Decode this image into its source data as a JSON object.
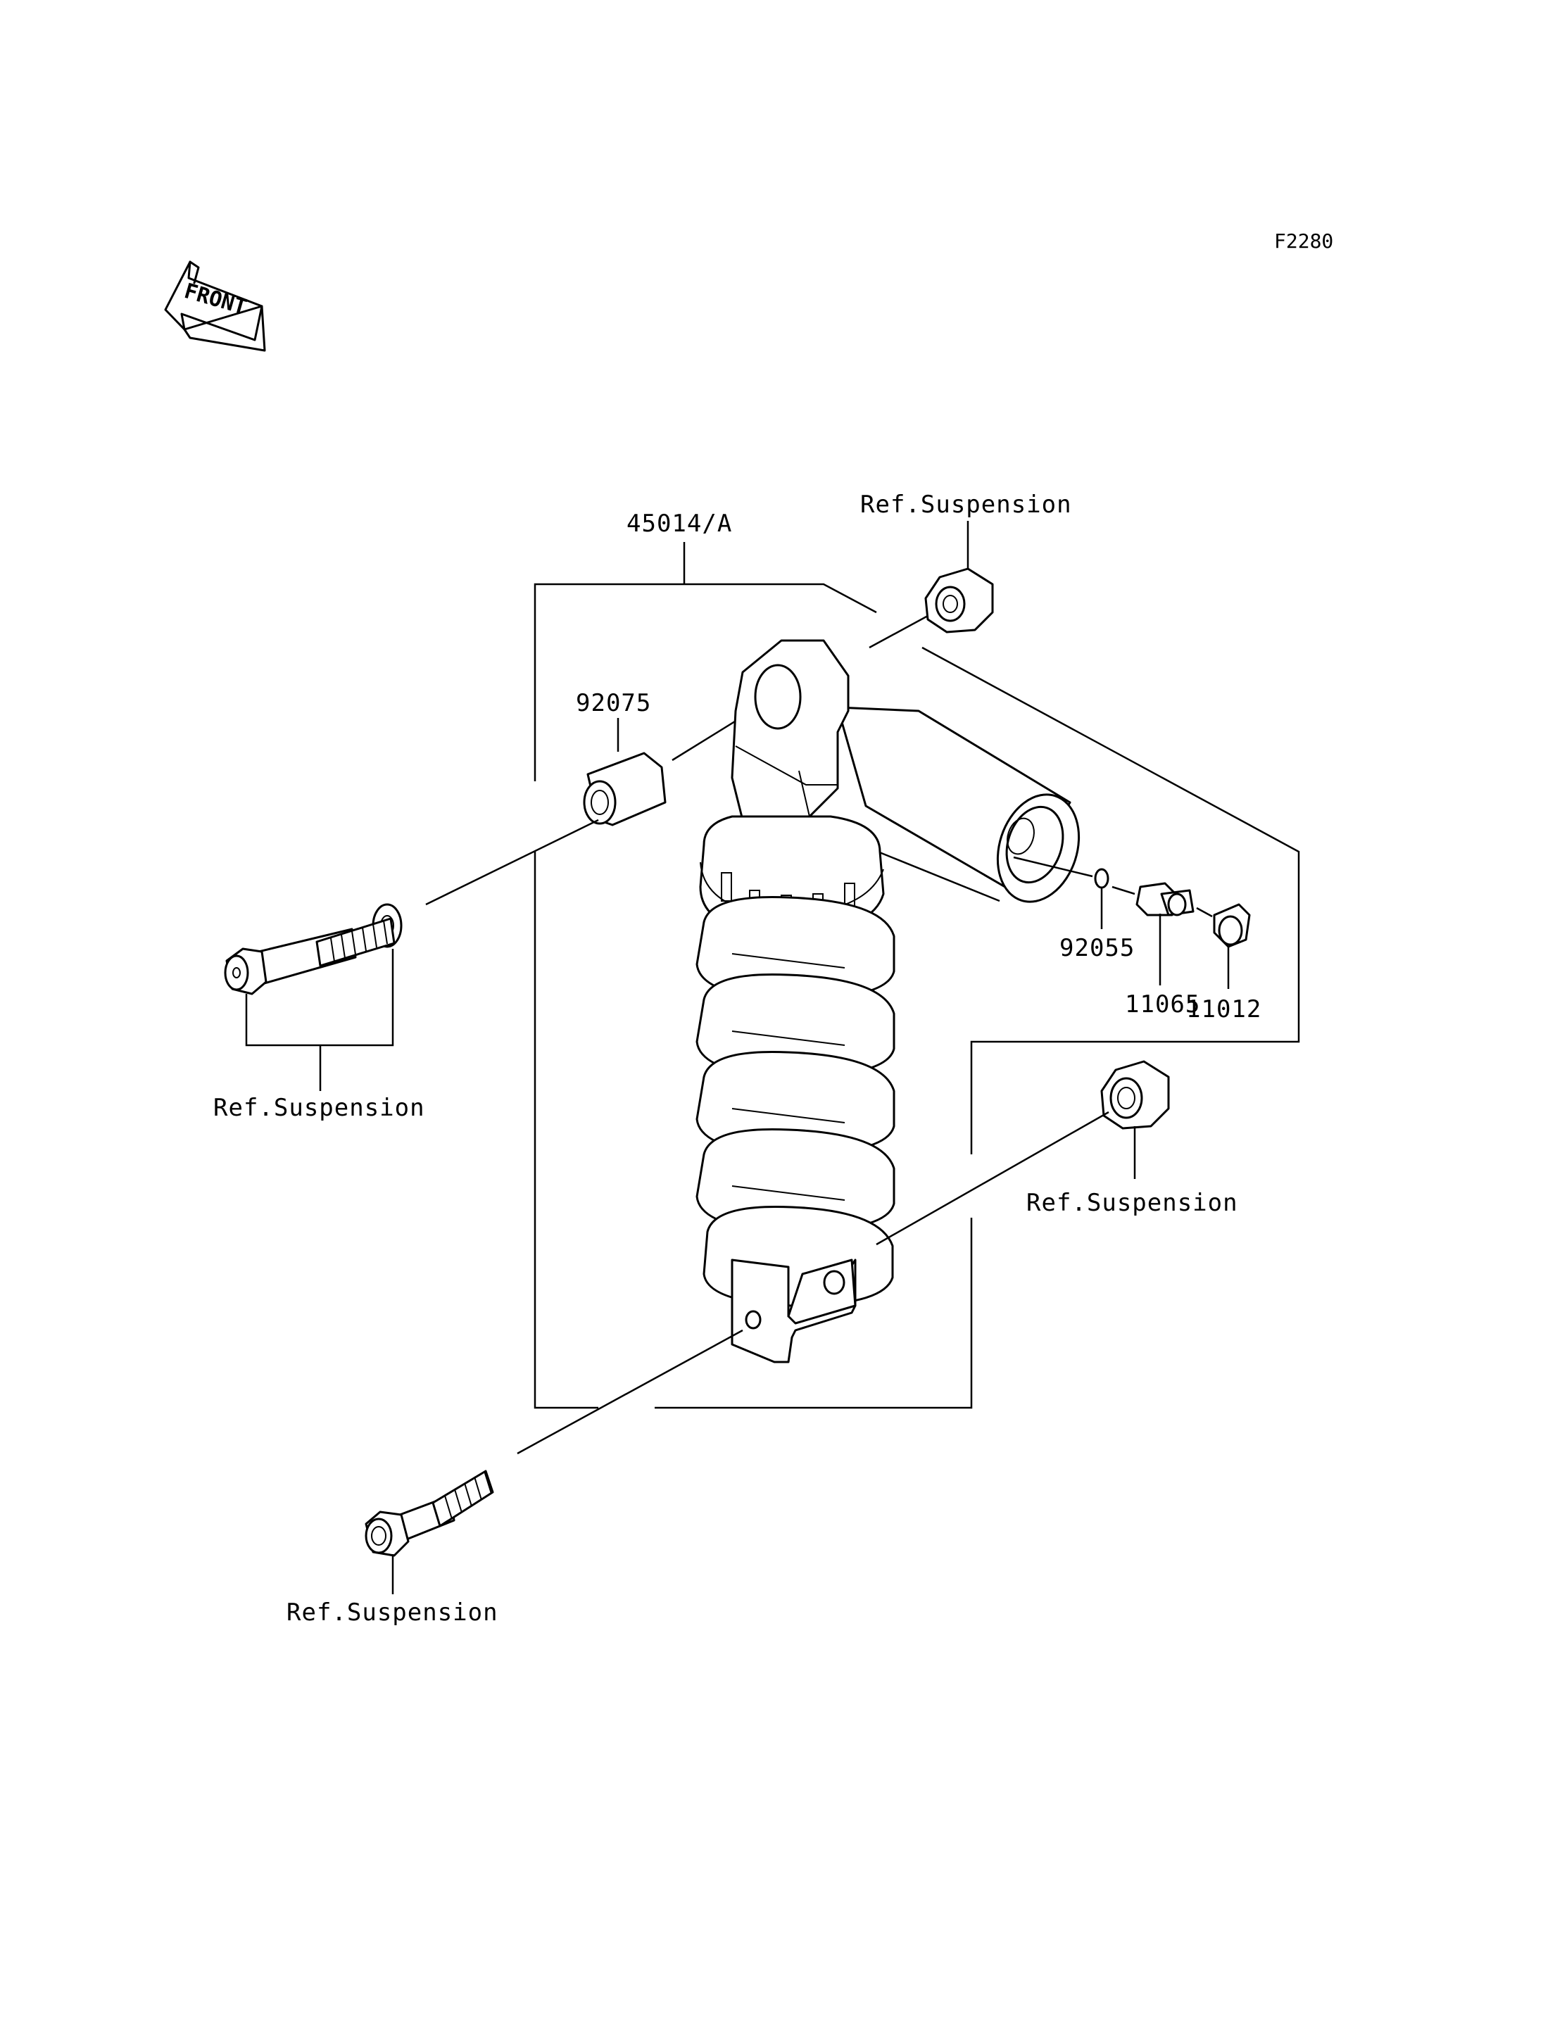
{
  "figure_code": "F2280",
  "front_text": "FRONT",
  "labels": {
    "shock_assembly": "45014/A",
    "collar": "92075",
    "o_ring": "92055",
    "valve": "11065",
    "cap": "11012",
    "ref_top_nut": "Ref.Suspension",
    "ref_upper_bolt": "Ref.Suspension",
    "ref_lower_nut": "Ref.Suspension",
    "ref_lower_bolt": "Ref.Suspension"
  },
  "icons": {
    "front_arrow": "front-arrow-icon"
  }
}
